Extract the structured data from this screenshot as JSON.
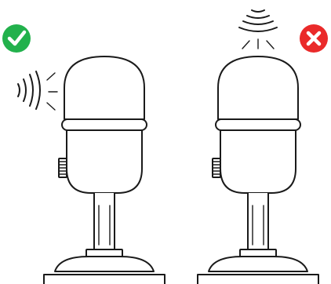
{
  "panels": [
    {
      "verdict": "correct",
      "status_icon": "check-icon",
      "status_color": "#22b14c",
      "sound_direction": "side"
    },
    {
      "verdict": "incorrect",
      "status_icon": "cross-icon",
      "status_color": "#ea2a2a",
      "sound_direction": "top"
    }
  ],
  "colors": {
    "stroke": "#1a1a1a",
    "background": "#ffffff"
  }
}
